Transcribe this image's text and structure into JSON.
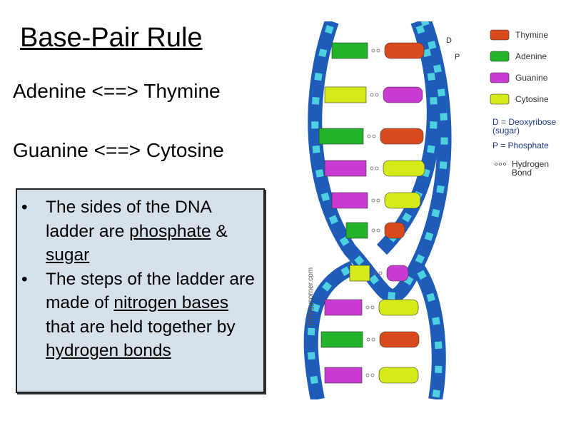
{
  "title": "Base-Pair Rule",
  "pairs": [
    {
      "text": "Adenine <==> Thymine"
    },
    {
      "text": "Guanine <==> Cytosine"
    }
  ],
  "notes": {
    "bullet": "•",
    "item1": {
      "a": "The sides of the DNA ladder are ",
      "u1": "phosphate",
      "b": " & ",
      "u2": "sugar"
    },
    "item2": {
      "a": "The steps of the ladder are made of ",
      "u1": "nitrogen bases",
      "b": " that are held together by ",
      "u2": "hydrogen bonds"
    }
  },
  "diagram": {
    "label_d": "D",
    "label_p": "P",
    "watermark": "biologycorner.com",
    "legend": [
      {
        "name": "thymine",
        "label": "Thymine",
        "color": "#d9491e"
      },
      {
        "name": "adenine",
        "label": "Adenine",
        "color": "#22b32a"
      },
      {
        "name": "guanine",
        "label": "Guanine",
        "color": "#c93ad1"
      },
      {
        "name": "cytosine",
        "label": "Cytosine",
        "color": "#d4ea1a"
      }
    ],
    "key_d": [
      "D = Deoxyribose",
      "(sugar)"
    ],
    "key_p": "P = Phosphate",
    "key_h": [
      "Hydrogen",
      "Bond"
    ],
    "backbone_color": "#1f5bb8",
    "phosphate_color": "#4fd0e0"
  }
}
